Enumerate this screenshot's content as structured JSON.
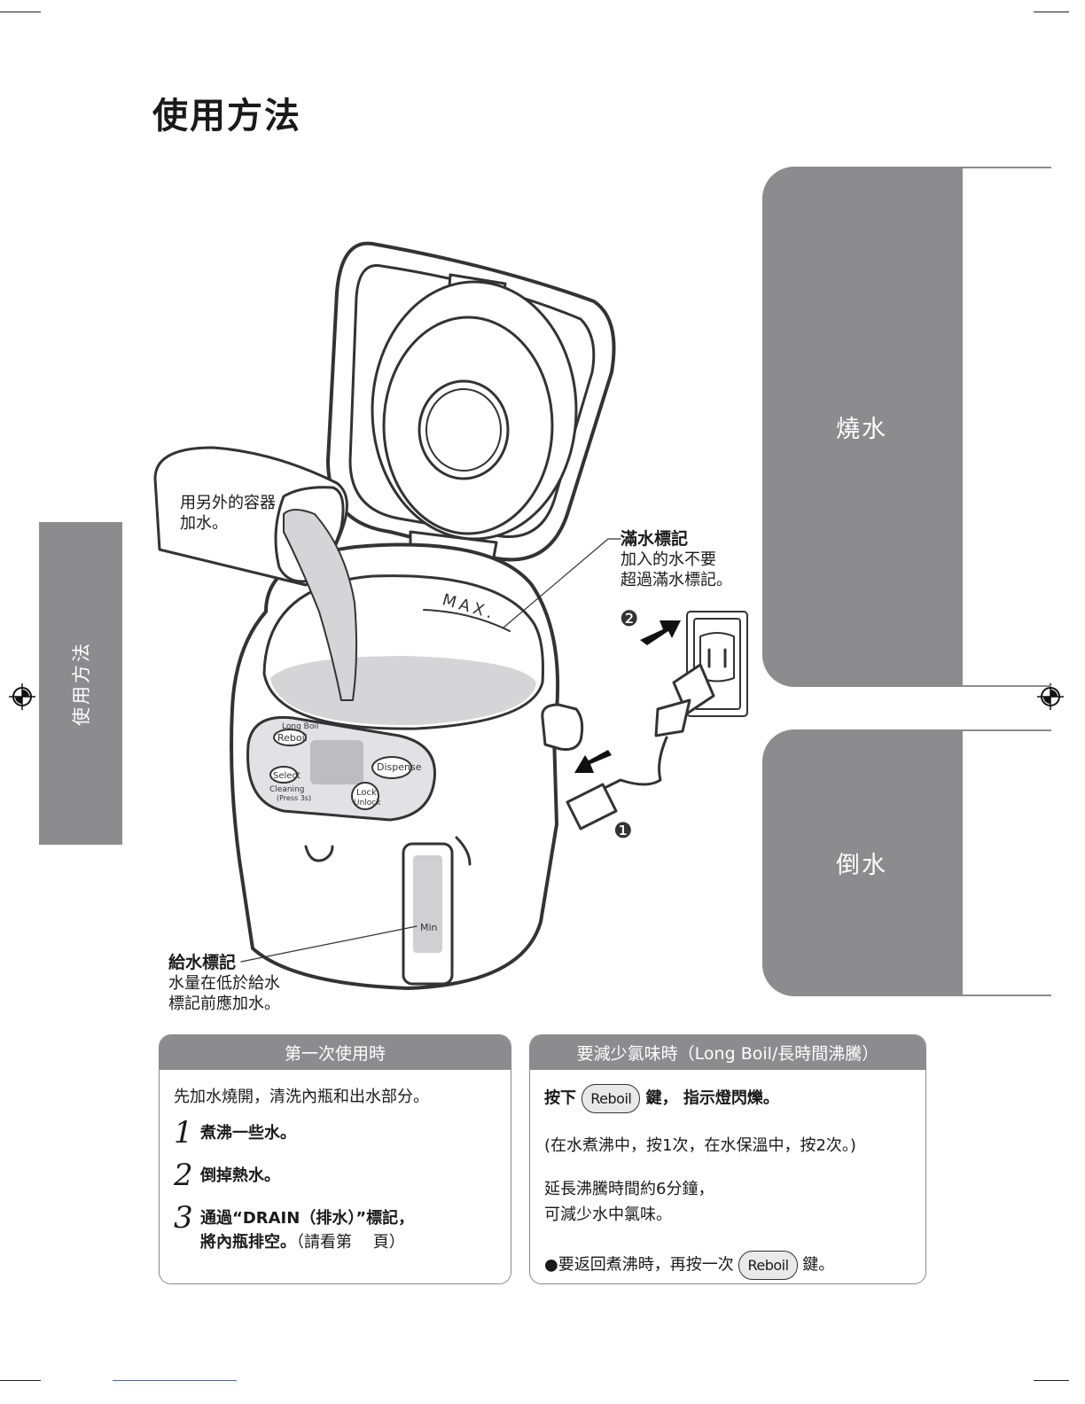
{
  "page_title": "使用方法",
  "side_tab": "使用方法",
  "right_tabs": {
    "boil": "燒水",
    "dispense": "倒水"
  },
  "illustration": {
    "lid_mark": "MAX.",
    "gauge_min": "Min",
    "panel": {
      "long_boil": "Long Boil",
      "reboil": "Reboil",
      "dispense": "Dispense",
      "select": "Select",
      "cleaning": "Cleaning",
      "press3s": "(Press 3s)",
      "lock": "Lock",
      "unlock": "Unlock"
    },
    "callout_pour": {
      "line1": "用另外的容器",
      "line2": "加水。"
    },
    "callout_max": {
      "title": "滿水標記",
      "line1": "加入的水不要",
      "line2": "超過滿水標記。"
    },
    "callout_min": {
      "title": "給水標記",
      "line1": "水量在低於給水",
      "line2": "標記前應加水。"
    },
    "step_badges": [
      "❶",
      "❷"
    ]
  },
  "box_first_use": {
    "header": "第一次使用時",
    "intro": "先加水燒開，清洗內瓶和出水部分。",
    "steps": [
      {
        "num": "1",
        "text": "煮沸一些水。"
      },
      {
        "num": "2",
        "text": "倒掉熱水。"
      },
      {
        "num": "3",
        "line1": "通過“DRAIN（排水）”標記，",
        "line2_bold": "將內瓶排空。",
        "line2_normal": "（請看第　 頁）"
      }
    ]
  },
  "box_long_boil": {
    "header": "要減少氯味時（Long Boil/長時間沸騰）",
    "press": "按下",
    "button": "Reboil",
    "press_after": "鍵，  指示燈閃爍。",
    "note": "(在水煮沸中，按1次，在水保溫中，按2次。)",
    "para_line1": "延長沸騰時間約6分鐘，",
    "para_line2": "可減少水中氯味。",
    "return_before": "●要返回煮沸時，再按一次",
    "return_after": "鍵。"
  }
}
